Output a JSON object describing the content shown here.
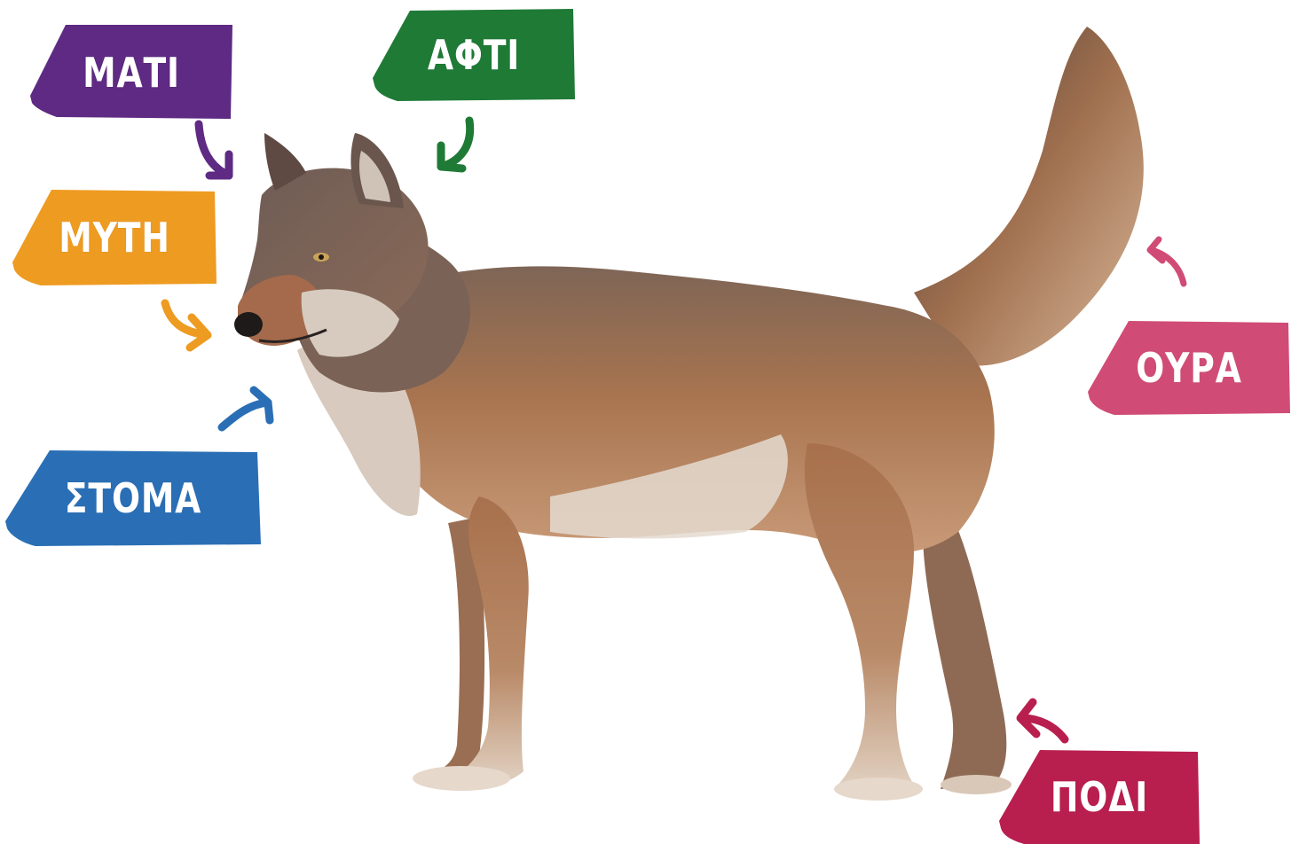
{
  "labels": {
    "mati": {
      "text": "ΜΑΤΙ",
      "color": "#5e2a83"
    },
    "afti": {
      "text": "ΑΦΤΙ",
      "color": "#1f7a36"
    },
    "myti": {
      "text": "ΜΥΤΗ",
      "color": "#ee9b21"
    },
    "stoma": {
      "text": "ΣΤΟΜΑ",
      "color": "#2a6fb5"
    },
    "oura": {
      "text": "ΟΥΡΑ",
      "color": "#d04c76"
    },
    "podi": {
      "text": "ΠΟΔΙ",
      "color": "#b81f4f"
    }
  },
  "illustration": {
    "subject": "wolf"
  }
}
